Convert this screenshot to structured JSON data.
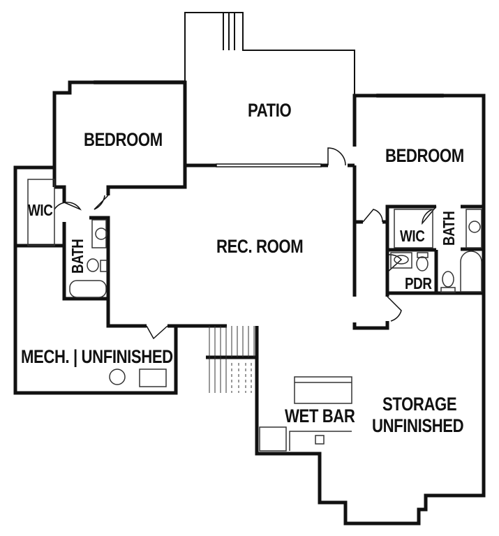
{
  "rooms": {
    "patio": "PATIO",
    "bedroom_left": "BEDROOM",
    "bedroom_right": "BEDROOM",
    "wic_left": "WIC",
    "bath_left": "BATH",
    "rec_room": "REC. ROOM",
    "wic_right": "WIC",
    "bath_right": "BATH",
    "pdr": "PDR",
    "mech_unfinished": "MECH. | UNFINISHED",
    "wet_bar": "WET BAR",
    "storage_line1": "STORAGE",
    "storage_line2": "UNFINISHED"
  },
  "colors": {
    "wall": "#111111",
    "fixture": "#333333",
    "background": "#ffffff"
  }
}
